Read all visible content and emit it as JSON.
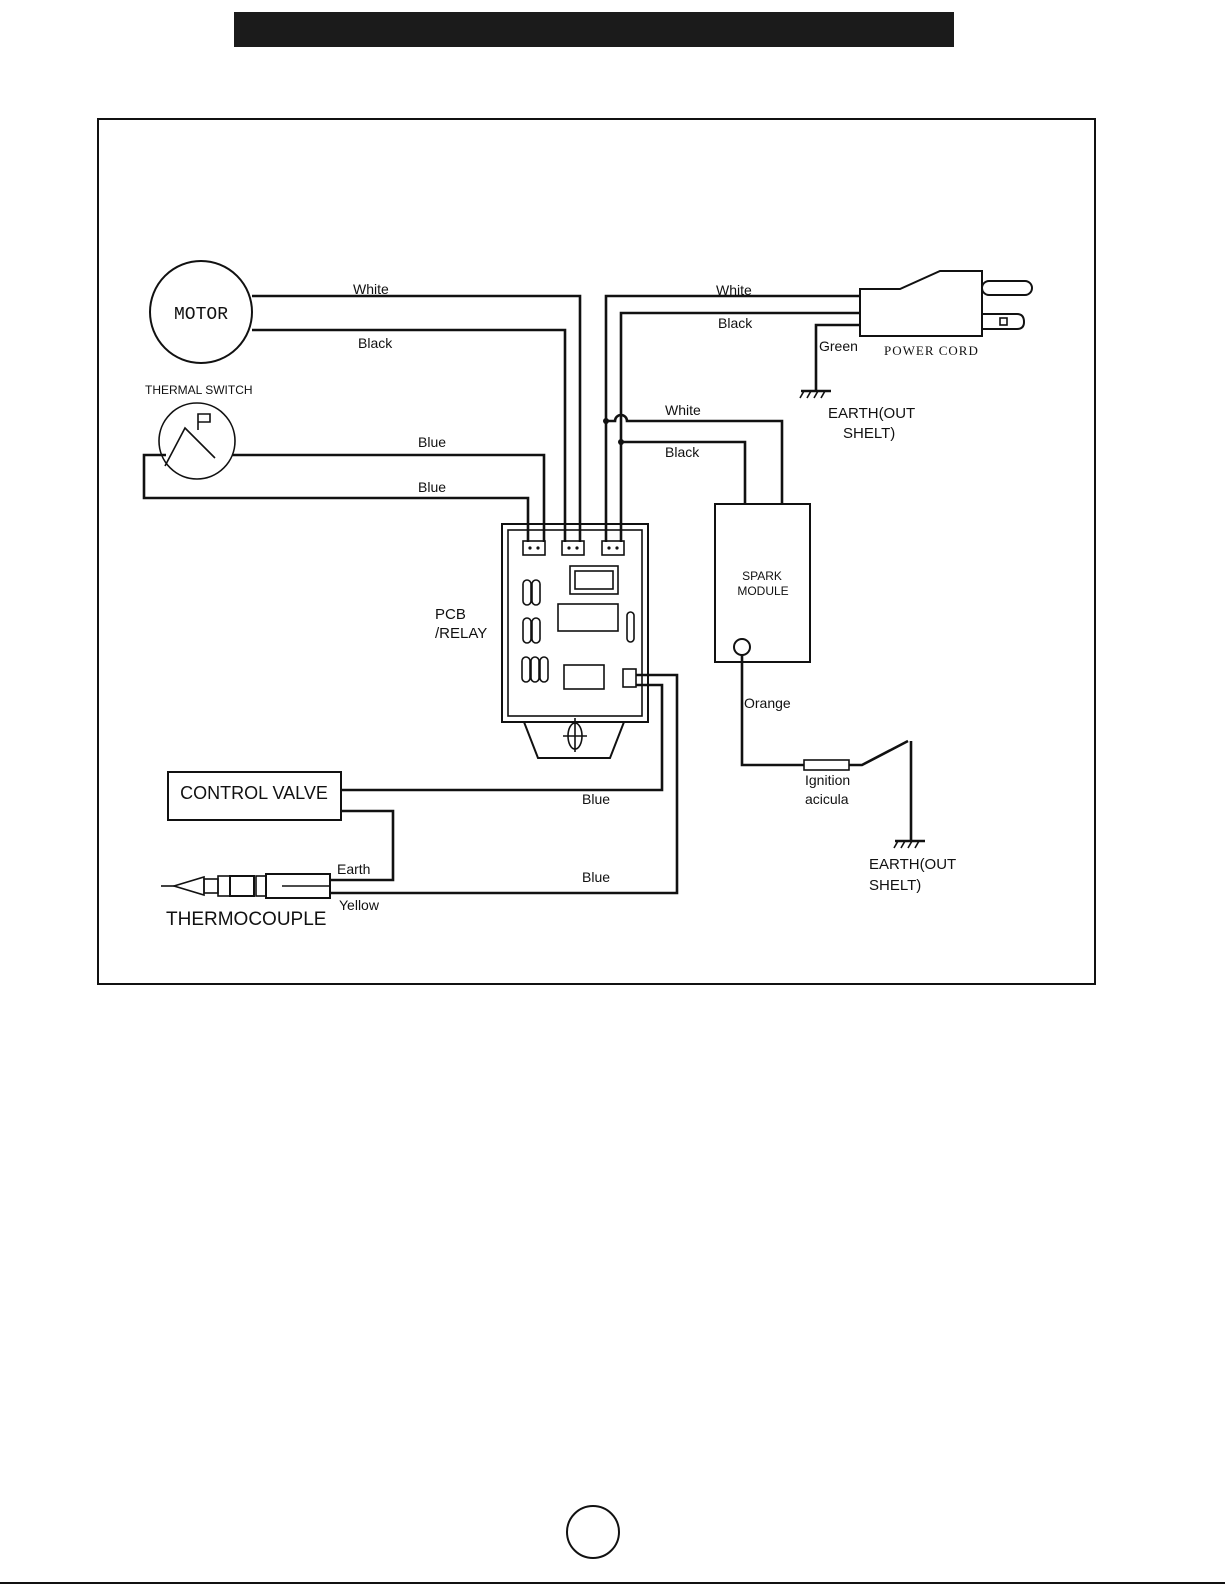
{
  "diagram": {
    "components": {
      "motor": "MOTOR",
      "thermal_switch": "THERMAL SWITCH",
      "power_cord": "POWER CORD",
      "earth_top": [
        "EARTH(OUT",
        "SHELT)"
      ],
      "earth_bottom": [
        "EARTH(OUT",
        "SHELT)"
      ],
      "spark_module": [
        "SPARK",
        "MODULE"
      ],
      "pcb": [
        "PCB",
        "/RELAY"
      ],
      "control_valve": "CONTROL VALVE",
      "thermocouple": "THERMOCOUPLE",
      "ignition": [
        "Ignition",
        "acicula"
      ]
    },
    "wires": {
      "motor_white": "White",
      "motor_black": "Black",
      "cord_white": "White",
      "cord_black": "Black",
      "cord_green": "Green",
      "spark_white": "White",
      "spark_black": "Black",
      "thermal_blue_1": "Blue",
      "thermal_blue_2": "Blue",
      "valve_blue": "Blue",
      "thermo_blue": "Blue",
      "orange": "Orange",
      "earth": "Earth",
      "yellow": "Yellow"
    }
  }
}
